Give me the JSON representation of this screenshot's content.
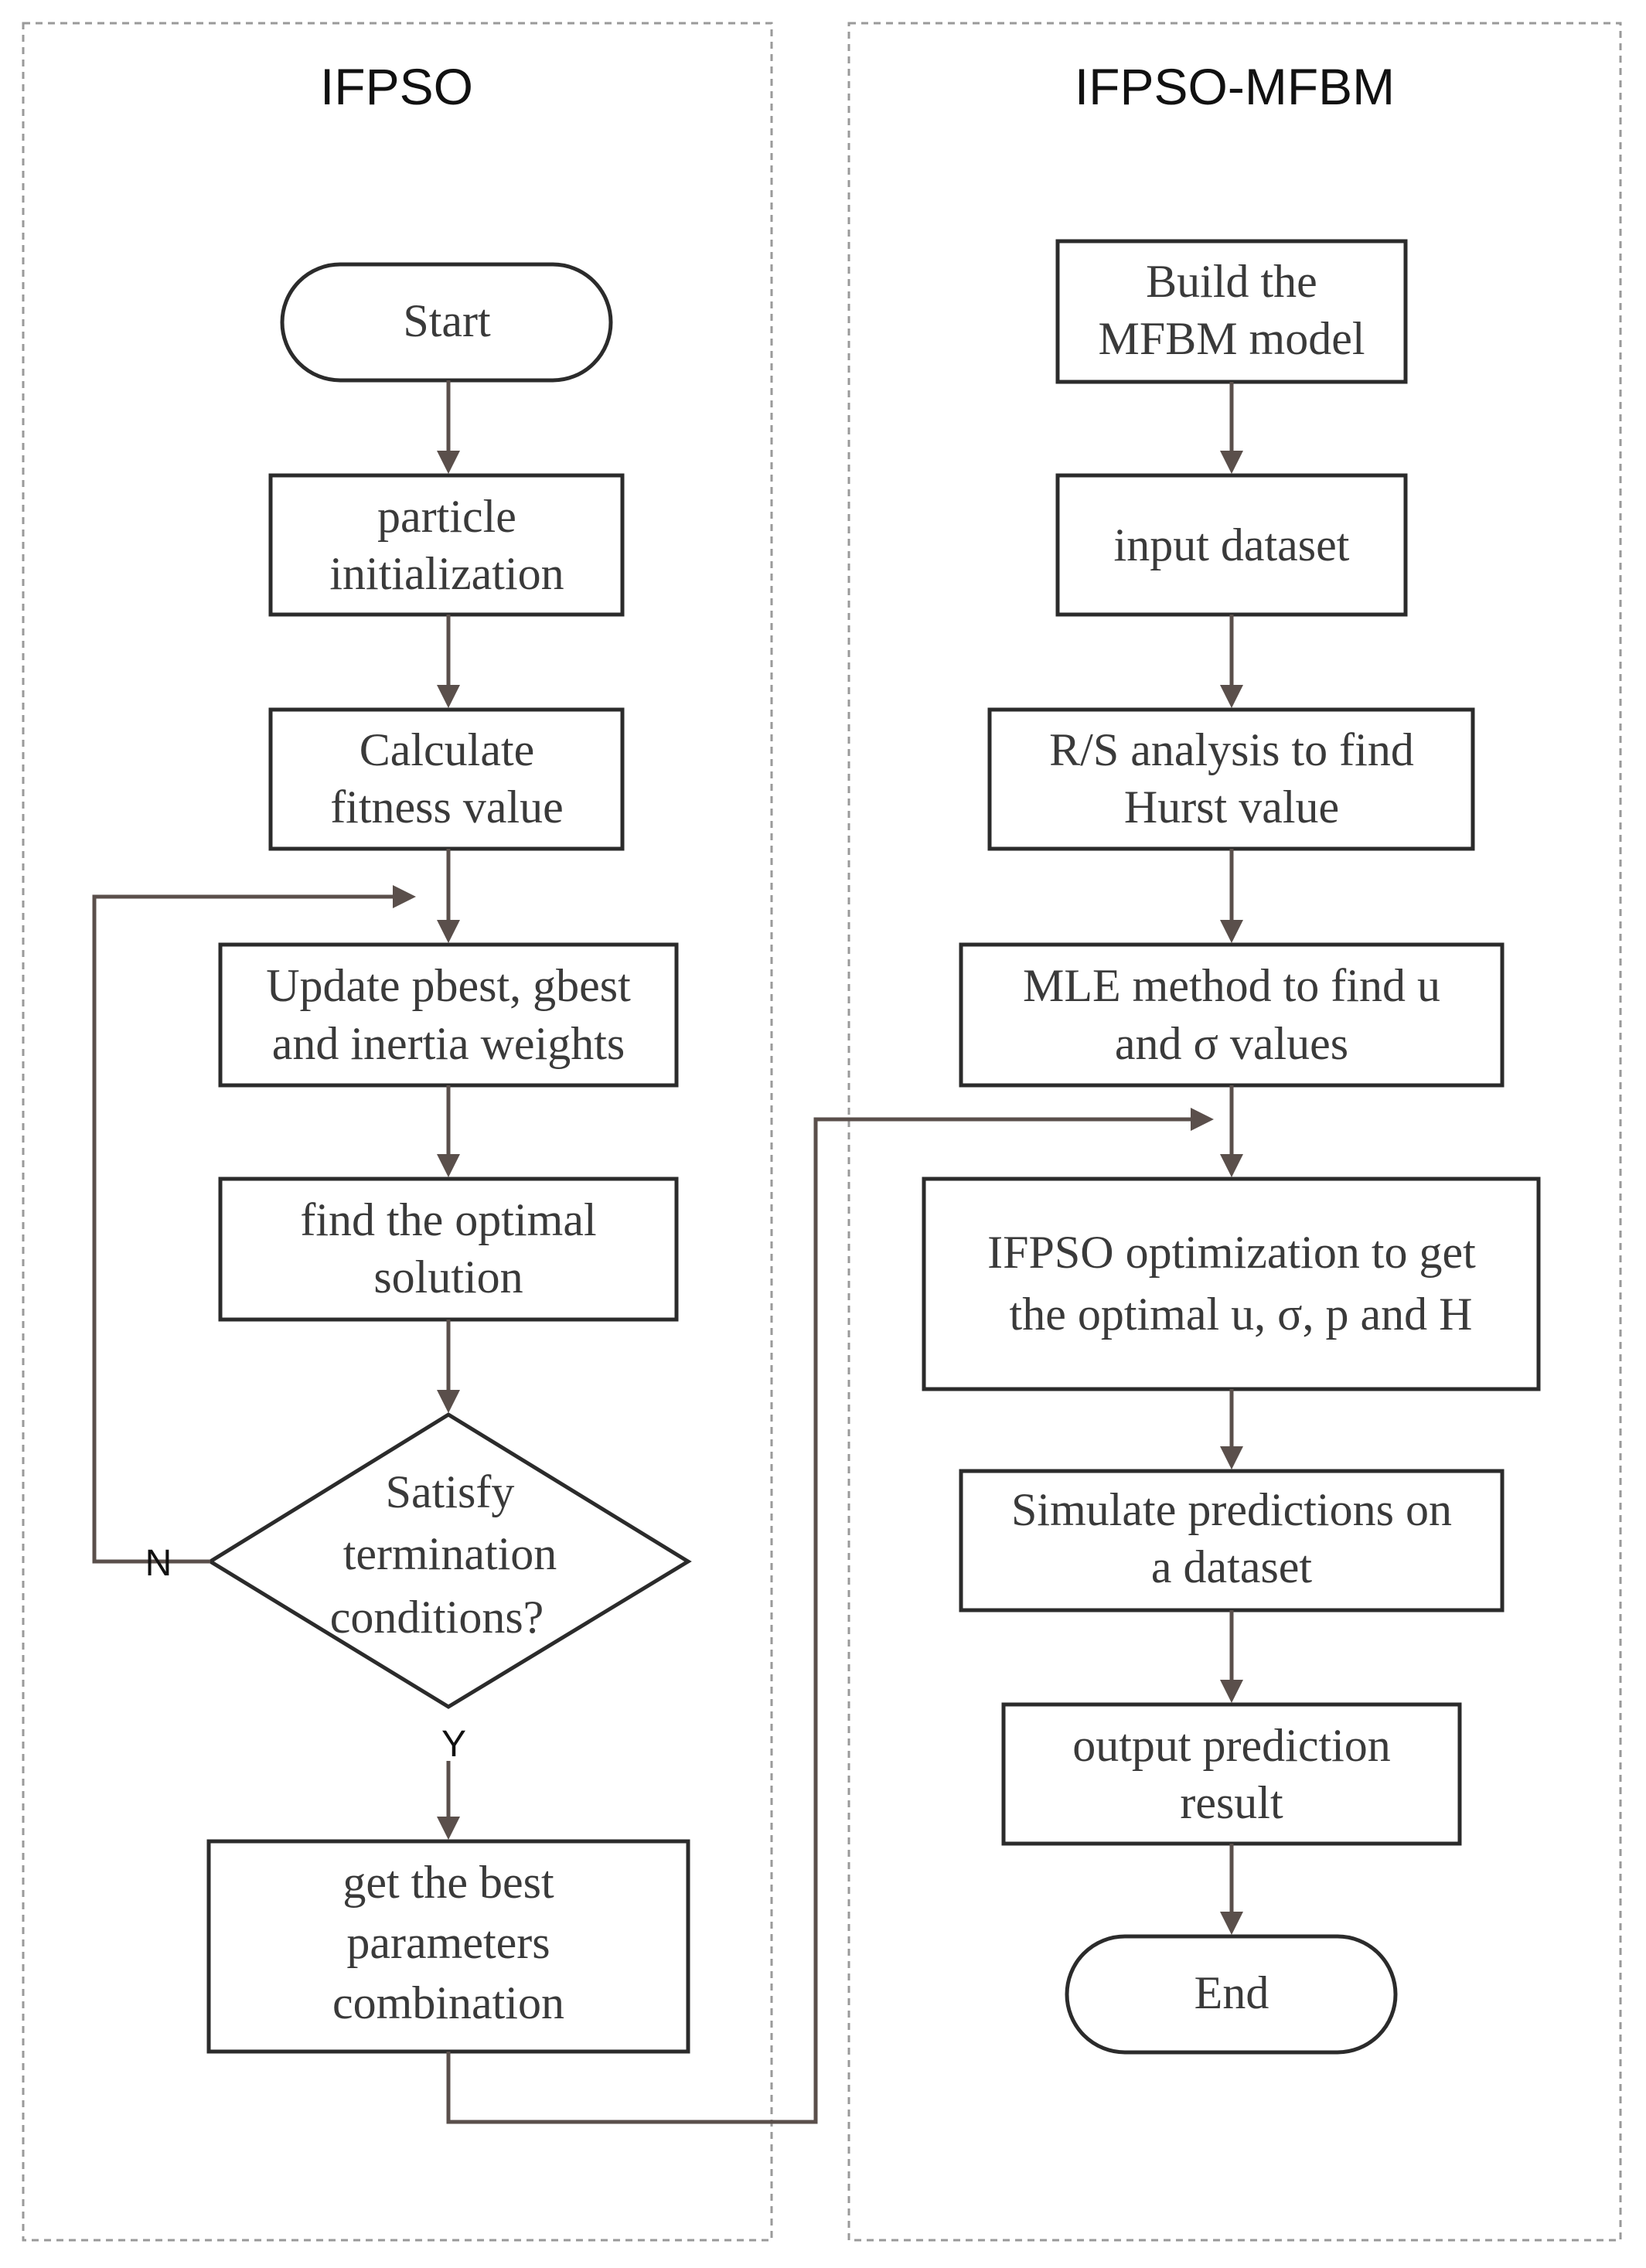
{
  "panels": {
    "left_title": "IFPSO",
    "right_title": "IFPSO-MFBM"
  },
  "left_flow": {
    "start": "Start",
    "init": [
      "particle",
      "initialization"
    ],
    "fitness": [
      "Calculate",
      "fitness value"
    ],
    "update": [
      "Update pbest, gbest",
      "and inertia weights"
    ],
    "optimal": [
      "find the optimal",
      "solution"
    ],
    "decision": [
      "Satisfy",
      "termination",
      "conditions?"
    ],
    "best": [
      "get the best",
      "parameters",
      "combination"
    ],
    "no_label": "N",
    "yes_label": "Y"
  },
  "right_flow": {
    "build": [
      "Build the",
      "MFBM model"
    ],
    "input": "input dataset",
    "rs": [
      "R/S analysis to find",
      "Hurst value"
    ],
    "mle": [
      "MLE method to find u",
      "and σ values"
    ],
    "ifpso": [
      "IFPSO optimization to get",
      "the optimal u, σ, p and H"
    ],
    "simulate": [
      "Simulate predictions on",
      "a dataset"
    ],
    "output": [
      "output prediction",
      "result"
    ],
    "end": "End"
  },
  "colors": {
    "arrow": "#5a4f4b",
    "border": "#2b2b2b",
    "panel_border": "#9a9a9a"
  }
}
